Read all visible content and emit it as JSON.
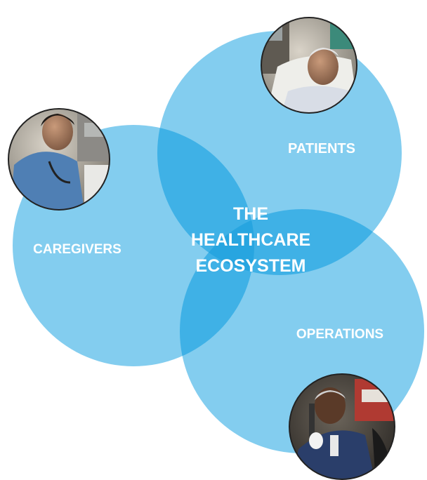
{
  "center": {
    "line1": "THE",
    "line2": "HEALTHCARE",
    "line3": "ECOSYSTEM"
  },
  "circles": {
    "patients": {
      "label": "PATIENTS"
    },
    "caregivers": {
      "label": "CAREGIVERS"
    },
    "operations": {
      "label": "OPERATIONS"
    }
  },
  "colors": {
    "circle_fill": "#83cdef",
    "overlap_fill": "#3fb1e6",
    "triple_overlap_fill": "#27a5e0",
    "label_text": "#ffffff",
    "photo_border": "#222222"
  },
  "photos": {
    "patients": "photo of an elderly patient resting in a hospital bed",
    "caregivers": "photo of a nurse in blue scrubs with a stethoscope",
    "operations": "photo of a security officer speaking into a radio"
  }
}
